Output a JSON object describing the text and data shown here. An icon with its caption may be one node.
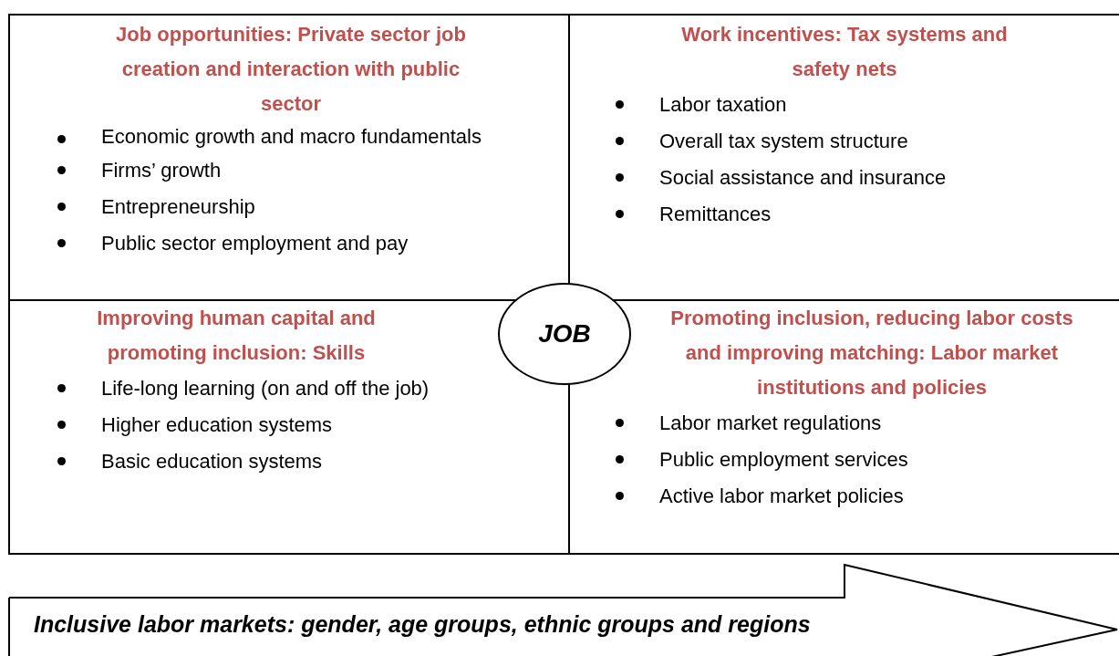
{
  "diagram": {
    "nodes": [
      {
        "text": [
          "Job opportunities: Private sector job creation and interaction with public sector",
          "Economic growth and macro fundamentals",
          "Firms’ growth",
          "Entrepreneurship",
          "Public sector employment and pay"
        ]
      },
      {
        "text": [
          "Work incentives: Tax systems and safety nets",
          "Labor taxation",
          "Overall tax system structure",
          "Social assistance and insurance",
          "Remittances"
        ]
      },
      {
        "text": [
          "Improving human capital and promoting inclusion: Skills",
          "Life-long learning (on and off the job)",
          "Higher education systems",
          "Basic education systems"
        ]
      },
      {
        "text": [
          "Promoting inclusion, reducing labor costs and improving matching: Labor market institutions and policies",
          "Labor market regulations",
          "Public employment services",
          "Active labor market policies"
        ]
      },
      {
        "text": [
          "JOB"
        ]
      },
      {
        "text": [
          "Inclusive labor markets: gender, age groups, ethnic groups and regions"
        ]
      }
    ]
  }
}
